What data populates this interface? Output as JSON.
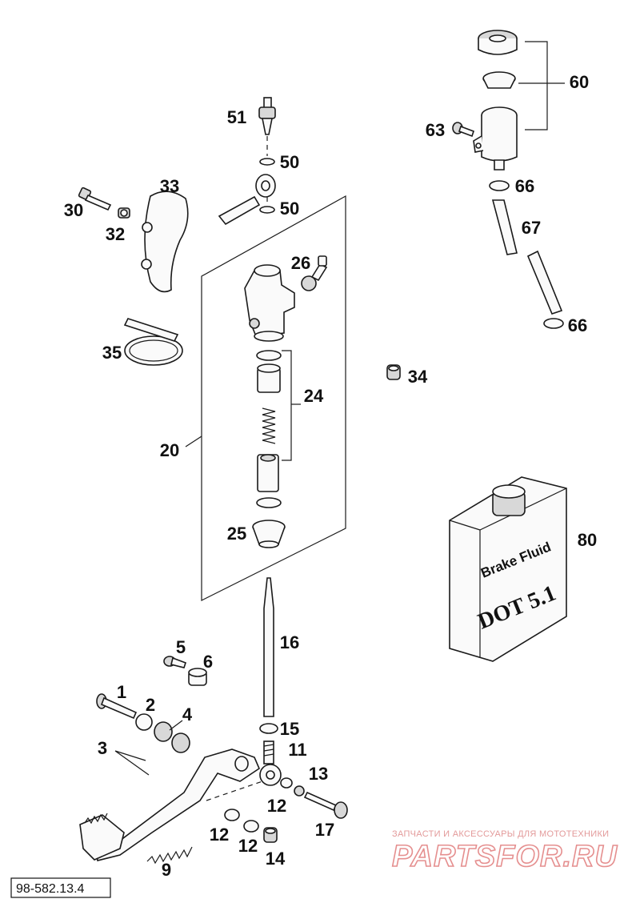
{
  "diagram": {
    "callouts": {
      "c1": "1",
      "c2": "2",
      "c3": "3",
      "c4": "4",
      "c5": "5",
      "c6": "6",
      "c9": "9",
      "c11": "11",
      "c12a": "12",
      "c12b": "12",
      "c12c": "12",
      "c13": "13",
      "c14": "14",
      "c15": "15",
      "c16": "16",
      "c17": "17",
      "c20": "20",
      "c24": "24",
      "c25": "25",
      "c26": "26",
      "c30": "30",
      "c32": "32",
      "c33": "33",
      "c34": "34",
      "c35": "35",
      "c50a": "50",
      "c50b": "50",
      "c51": "51",
      "c60": "60",
      "c63": "63",
      "c66a": "66",
      "c66b": "66",
      "c67": "67",
      "c80": "80"
    },
    "fluid_can": {
      "line1": "Brake Fluid",
      "line2": "DOT 5.1"
    },
    "watermark": {
      "tagline": "ЗАПЧАСТИ И АКСЕССУАРЫ ДЛЯ МОТОТЕХНИКИ",
      "brand": "PARTSFOR.RU",
      "brand_color": "#e58f8f"
    },
    "reference": "98-582.13.4"
  }
}
